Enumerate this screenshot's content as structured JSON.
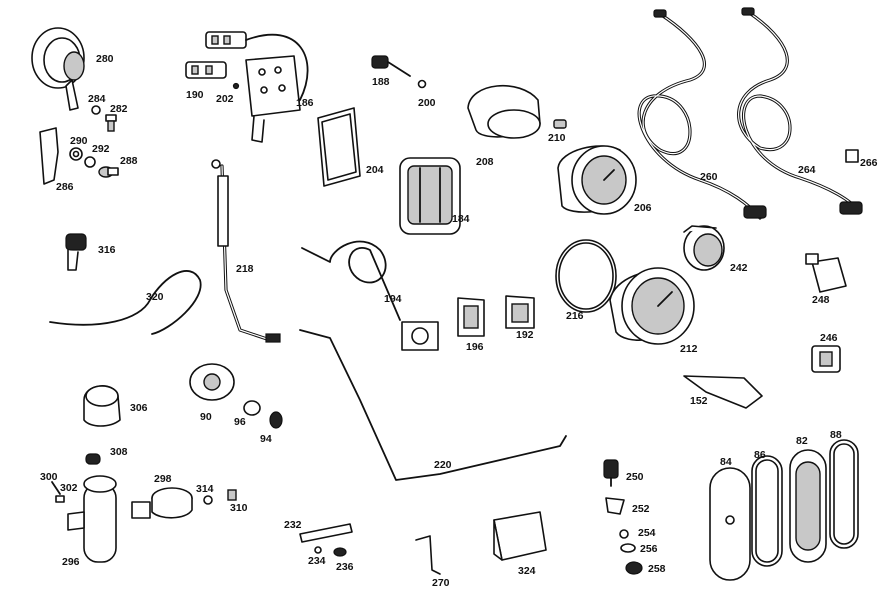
{
  "diagram": {
    "type": "exploded parts diagram",
    "callouts": [
      "280",
      "284",
      "282",
      "290",
      "292",
      "288",
      "286",
      "190",
      "202",
      "186",
      "188",
      "200",
      "204",
      "184",
      "208",
      "210",
      "206",
      "260",
      "264",
      "266",
      "316",
      "218",
      "194",
      "196",
      "192",
      "216",
      "212",
      "242",
      "248",
      "320",
      "246",
      "152",
      "306",
      "90",
      "96",
      "94",
      "308",
      "300",
      "302",
      "298",
      "314",
      "310",
      "296",
      "220",
      "250",
      "252",
      "254",
      "256",
      "258",
      "84",
      "86",
      "82",
      "88",
      "232",
      "234",
      "236",
      "270",
      "324"
    ]
  }
}
